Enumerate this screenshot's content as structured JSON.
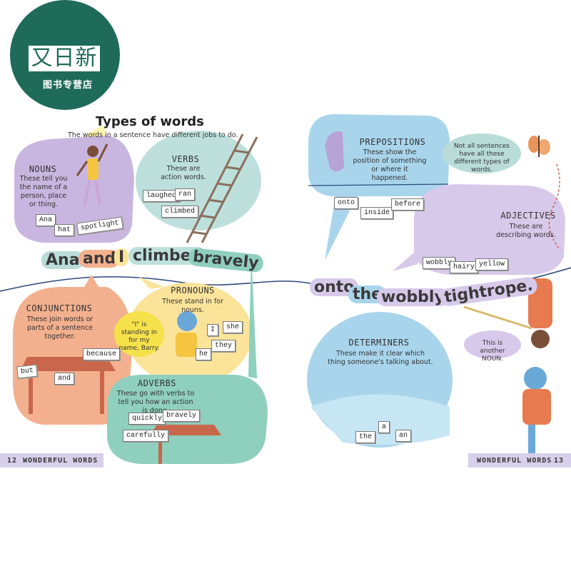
{
  "logo": {
    "brand": "又日新",
    "subtitle": "图书专营店"
  },
  "page_title": "Types of words",
  "intro": "The words in a sentence have different jobs to do.",
  "sentence": {
    "left": [
      "Ana",
      "and",
      "I",
      "climbed",
      "bravely"
    ],
    "right": [
      "onto",
      "the",
      "wobbly",
      "tightrope."
    ]
  },
  "nouns": {
    "title": "NOUNS",
    "desc": "These tell you the name of a person, place or thing.",
    "cards": [
      "Ana",
      "hat",
      "spotlight"
    ]
  },
  "verbs": {
    "title": "VERBS",
    "desc": "These are action words.",
    "cards": [
      "laughed",
      "ran",
      "climbed"
    ]
  },
  "conjunctions": {
    "title": "CONJUNCTIONS",
    "desc": "These join words or parts of a sentence together.",
    "cards": [
      "but",
      "and",
      "because"
    ]
  },
  "pronouns": {
    "title": "PRONOUNS",
    "desc": "These stand in for nouns.",
    "note": "\"I\" is standing in for my name, Barry.",
    "cards": [
      "I",
      "she",
      "they",
      "he"
    ]
  },
  "adverbs": {
    "title": "ADVERBS",
    "desc": "These go with verbs to tell you how an action is done.",
    "cards": [
      "quickly",
      "bravely",
      "carefully"
    ]
  },
  "prepositions": {
    "title": "PREPOSITIONS",
    "desc": "These show the position of something or where it happened.",
    "cards": [
      "onto",
      "inside",
      "before"
    ]
  },
  "adjectives": {
    "title": "ADJECTIVES",
    "desc": "These are describing words.",
    "cards": [
      "wobbly",
      "hairy",
      "yellow"
    ]
  },
  "determiners": {
    "title": "DETERMINERS",
    "desc": "These make it clear which thing someone's talking about.",
    "cards": [
      "the",
      "a",
      "an"
    ]
  },
  "notes": {
    "sentences": "Not all sentences have all these different types of words.",
    "another_noun": "This is another NOUN."
  },
  "footer": {
    "left_num": "12",
    "left_label": "WONDERFUL WORDS",
    "right_label": "WONDERFUL WORDS",
    "right_num": "13"
  },
  "colors": {
    "purple": "#c9b6e0",
    "teal": "#b9dcd8",
    "orange": "#f3b08e",
    "yellow": "#fbe49a",
    "green": "#8fcfbd",
    "blue": "#a9d5ec",
    "lavender": "#d7c9ea",
    "brand": "#1f6b5a"
  }
}
